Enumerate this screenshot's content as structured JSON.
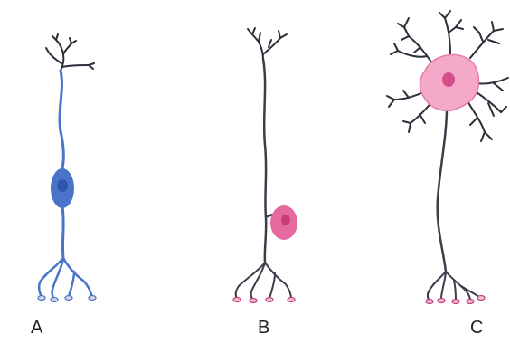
{
  "neurons": [
    {
      "label": "A",
      "type": "bipolar",
      "soma_color": "#4a74c9",
      "nucleus_color": "#2f56a8"
    },
    {
      "label": "B",
      "type": "unipolar",
      "soma_color": "#e46aa0",
      "nucleus_color": "#c73b78"
    },
    {
      "label": "C",
      "type": "multipolar",
      "soma_color": "#f3a9c7",
      "nucleus_color": "#d64f8b"
    }
  ]
}
